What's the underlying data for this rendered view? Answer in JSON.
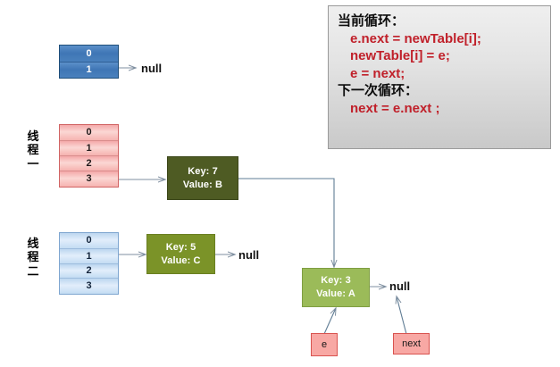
{
  "diagram": {
    "title": "HashMap resize infinite loop - thread interleaving",
    "colors": {
      "node_dark_green": "#4e5b23",
      "node_mid_green": "#7b9328",
      "node_light_green": "#9bbb59",
      "table_dark_blue": "#4a81bd",
      "table_pink": "#f4a9a9",
      "table_light_blue": "#c3dcf3",
      "var_pink": "#f8a8a4",
      "var_border_red": "#d9534f",
      "code_red": "#c0202a",
      "arrow_gray": "#7f8fa0",
      "callout_bg": "#e3e3e3"
    }
  },
  "tables": [
    {
      "name": "new-table-top",
      "style": "dark-blue",
      "rows": [
        "0",
        "1"
      ],
      "thread_label": ""
    },
    {
      "name": "thread-one-table",
      "style": "pink",
      "rows": [
        "0",
        "1",
        "2",
        "3"
      ],
      "thread_label": "线程一"
    },
    {
      "name": "thread-two-table",
      "style": "light-blue",
      "rows": [
        "0",
        "1",
        "2",
        "3"
      ],
      "thread_label": "线程二"
    }
  ],
  "nodes": [
    {
      "name": "node-key7",
      "key_label": "Key: 7",
      "value_label": "Value: B",
      "shade": "dark"
    },
    {
      "name": "node-key5",
      "key_label": "Key: 5",
      "value_label": "Value: C",
      "shade": "mid"
    },
    {
      "name": "node-key3",
      "key_label": "Key: 3",
      "value_label": "Value: A",
      "shade": "light"
    }
  ],
  "null_labels": {
    "top": "null",
    "middle": "null",
    "right": "null"
  },
  "variables": [
    {
      "name": "var-e",
      "label": "e"
    },
    {
      "name": "var-next",
      "label": "next"
    }
  ],
  "callout": {
    "heading_current": "当前循环：",
    "line_1": "e.next = newTable[i];",
    "line_2": "newTable[i] = e;",
    "line_3": "e = next;",
    "heading_next": "下一次循环：",
    "line_4": "next = e.next ;"
  }
}
